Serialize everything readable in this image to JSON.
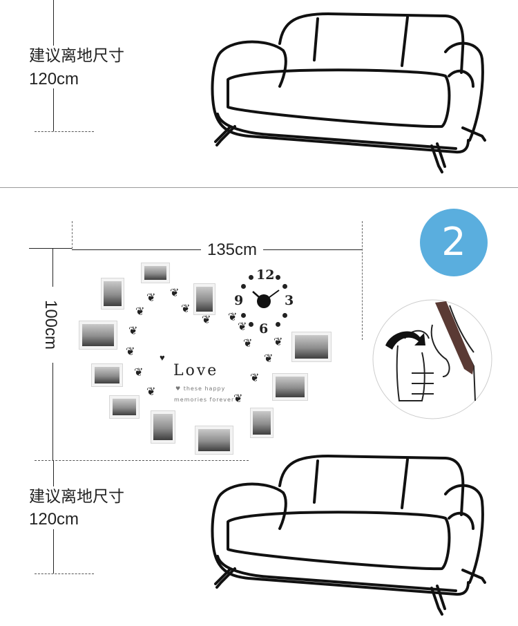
{
  "top_section": {
    "label_cn": "建议离地尺寸",
    "label_height": "120cm"
  },
  "main_section": {
    "step_number": "2",
    "width_label": "135cm",
    "height_label": "100cm",
    "love_text": "Love",
    "tagline_line1": "these happy",
    "tagline_line2": "memories forever",
    "clock_numbers": {
      "twelve": "12",
      "three": "3",
      "six": "6",
      "nine": "9"
    },
    "label_cn": "建议离地尺寸",
    "label_height": "120cm"
  },
  "icons": [
    "sofa-illustration",
    "hook-illustration",
    "butterfly-icon",
    "heart-icon",
    "clock-hands-icon"
  ],
  "colors": {
    "badge": "#5aaede",
    "ink": "#222222"
  }
}
